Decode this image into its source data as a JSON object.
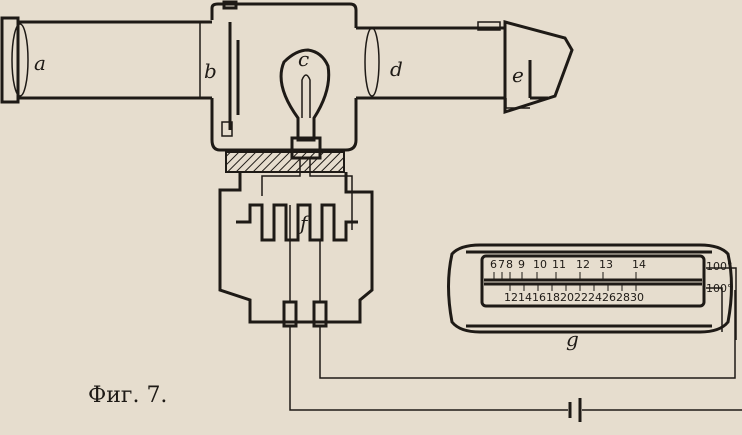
{
  "caption": "Фиг. 7.",
  "labels": {
    "a": "a",
    "b": "b",
    "c": "c",
    "d": "d",
    "e": "e",
    "f": "f",
    "g": "g"
  },
  "scale": {
    "upper_ticks": [
      "6",
      "7",
      "8",
      "9",
      "10",
      "11",
      "12",
      "13",
      "14"
    ],
    "lower_ticks": [
      "12",
      "14",
      "16",
      "18",
      "20",
      "22",
      "24",
      "26",
      "28",
      "30"
    ],
    "upper_mark": "100°",
    "lower_mark": "100°"
  },
  "colors": {
    "paper": "#e6ddce",
    "ink": "#1e1a16"
  }
}
